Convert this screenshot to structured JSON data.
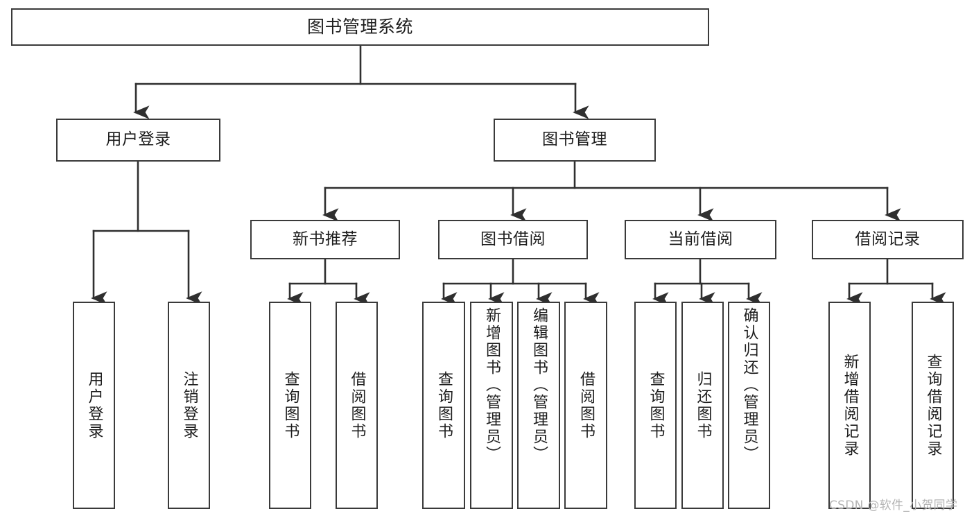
{
  "diagram": {
    "title": "图书管理系统",
    "type": "tree-hierarchy-diagram",
    "root": {
      "id": "root",
      "label": "图书管理系统"
    },
    "level1": [
      {
        "id": "user-login",
        "label": "用户登录"
      },
      {
        "id": "book-manage",
        "label": "图书管理"
      }
    ],
    "level2": [
      {
        "id": "new-book-rec",
        "label": "新书推荐"
      },
      {
        "id": "book-borrow",
        "label": "图书借阅"
      },
      {
        "id": "current-borrow",
        "label": "当前借阅"
      },
      {
        "id": "borrow-record",
        "label": "借阅记录"
      }
    ],
    "leaves": {
      "user_login": [
        {
          "id": "leaf-user-login",
          "label": "用户登录"
        },
        {
          "id": "leaf-logout",
          "label": "注销登录"
        }
      ],
      "new_book_rec": [
        {
          "id": "leaf-query-book-1",
          "label": "查询图书"
        },
        {
          "id": "leaf-borrow-book-1",
          "label": "借阅图书"
        }
      ],
      "book_borrow": [
        {
          "id": "leaf-query-book-2",
          "label": "查询图书"
        },
        {
          "id": "leaf-add-book",
          "label": "新增图书（管理员）"
        },
        {
          "id": "leaf-edit-book",
          "label": "编辑图书（管理员）"
        },
        {
          "id": "leaf-borrow-book-2",
          "label": "借阅图书"
        }
      ],
      "current_borrow": [
        {
          "id": "leaf-query-book-3",
          "label": "查询图书"
        },
        {
          "id": "leaf-return-book",
          "label": "归还图书"
        },
        {
          "id": "leaf-confirm-return",
          "label": "确认归还（管理员）"
        }
      ],
      "borrow_record": [
        {
          "id": "leaf-add-record",
          "label": "新增借阅记录"
        },
        {
          "id": "leaf-query-record",
          "label": "查询借阅记录"
        }
      ]
    }
  },
  "watermark": {
    "text": "CSDN @软件_小贺同学"
  },
  "colors": {
    "background": "#ffffff",
    "box_border": "#3a3a3a",
    "box_fill": "#ffffff",
    "connector": "#2f2f2f",
    "text": "#1d1d1d",
    "watermark": "#b4b4b4"
  }
}
